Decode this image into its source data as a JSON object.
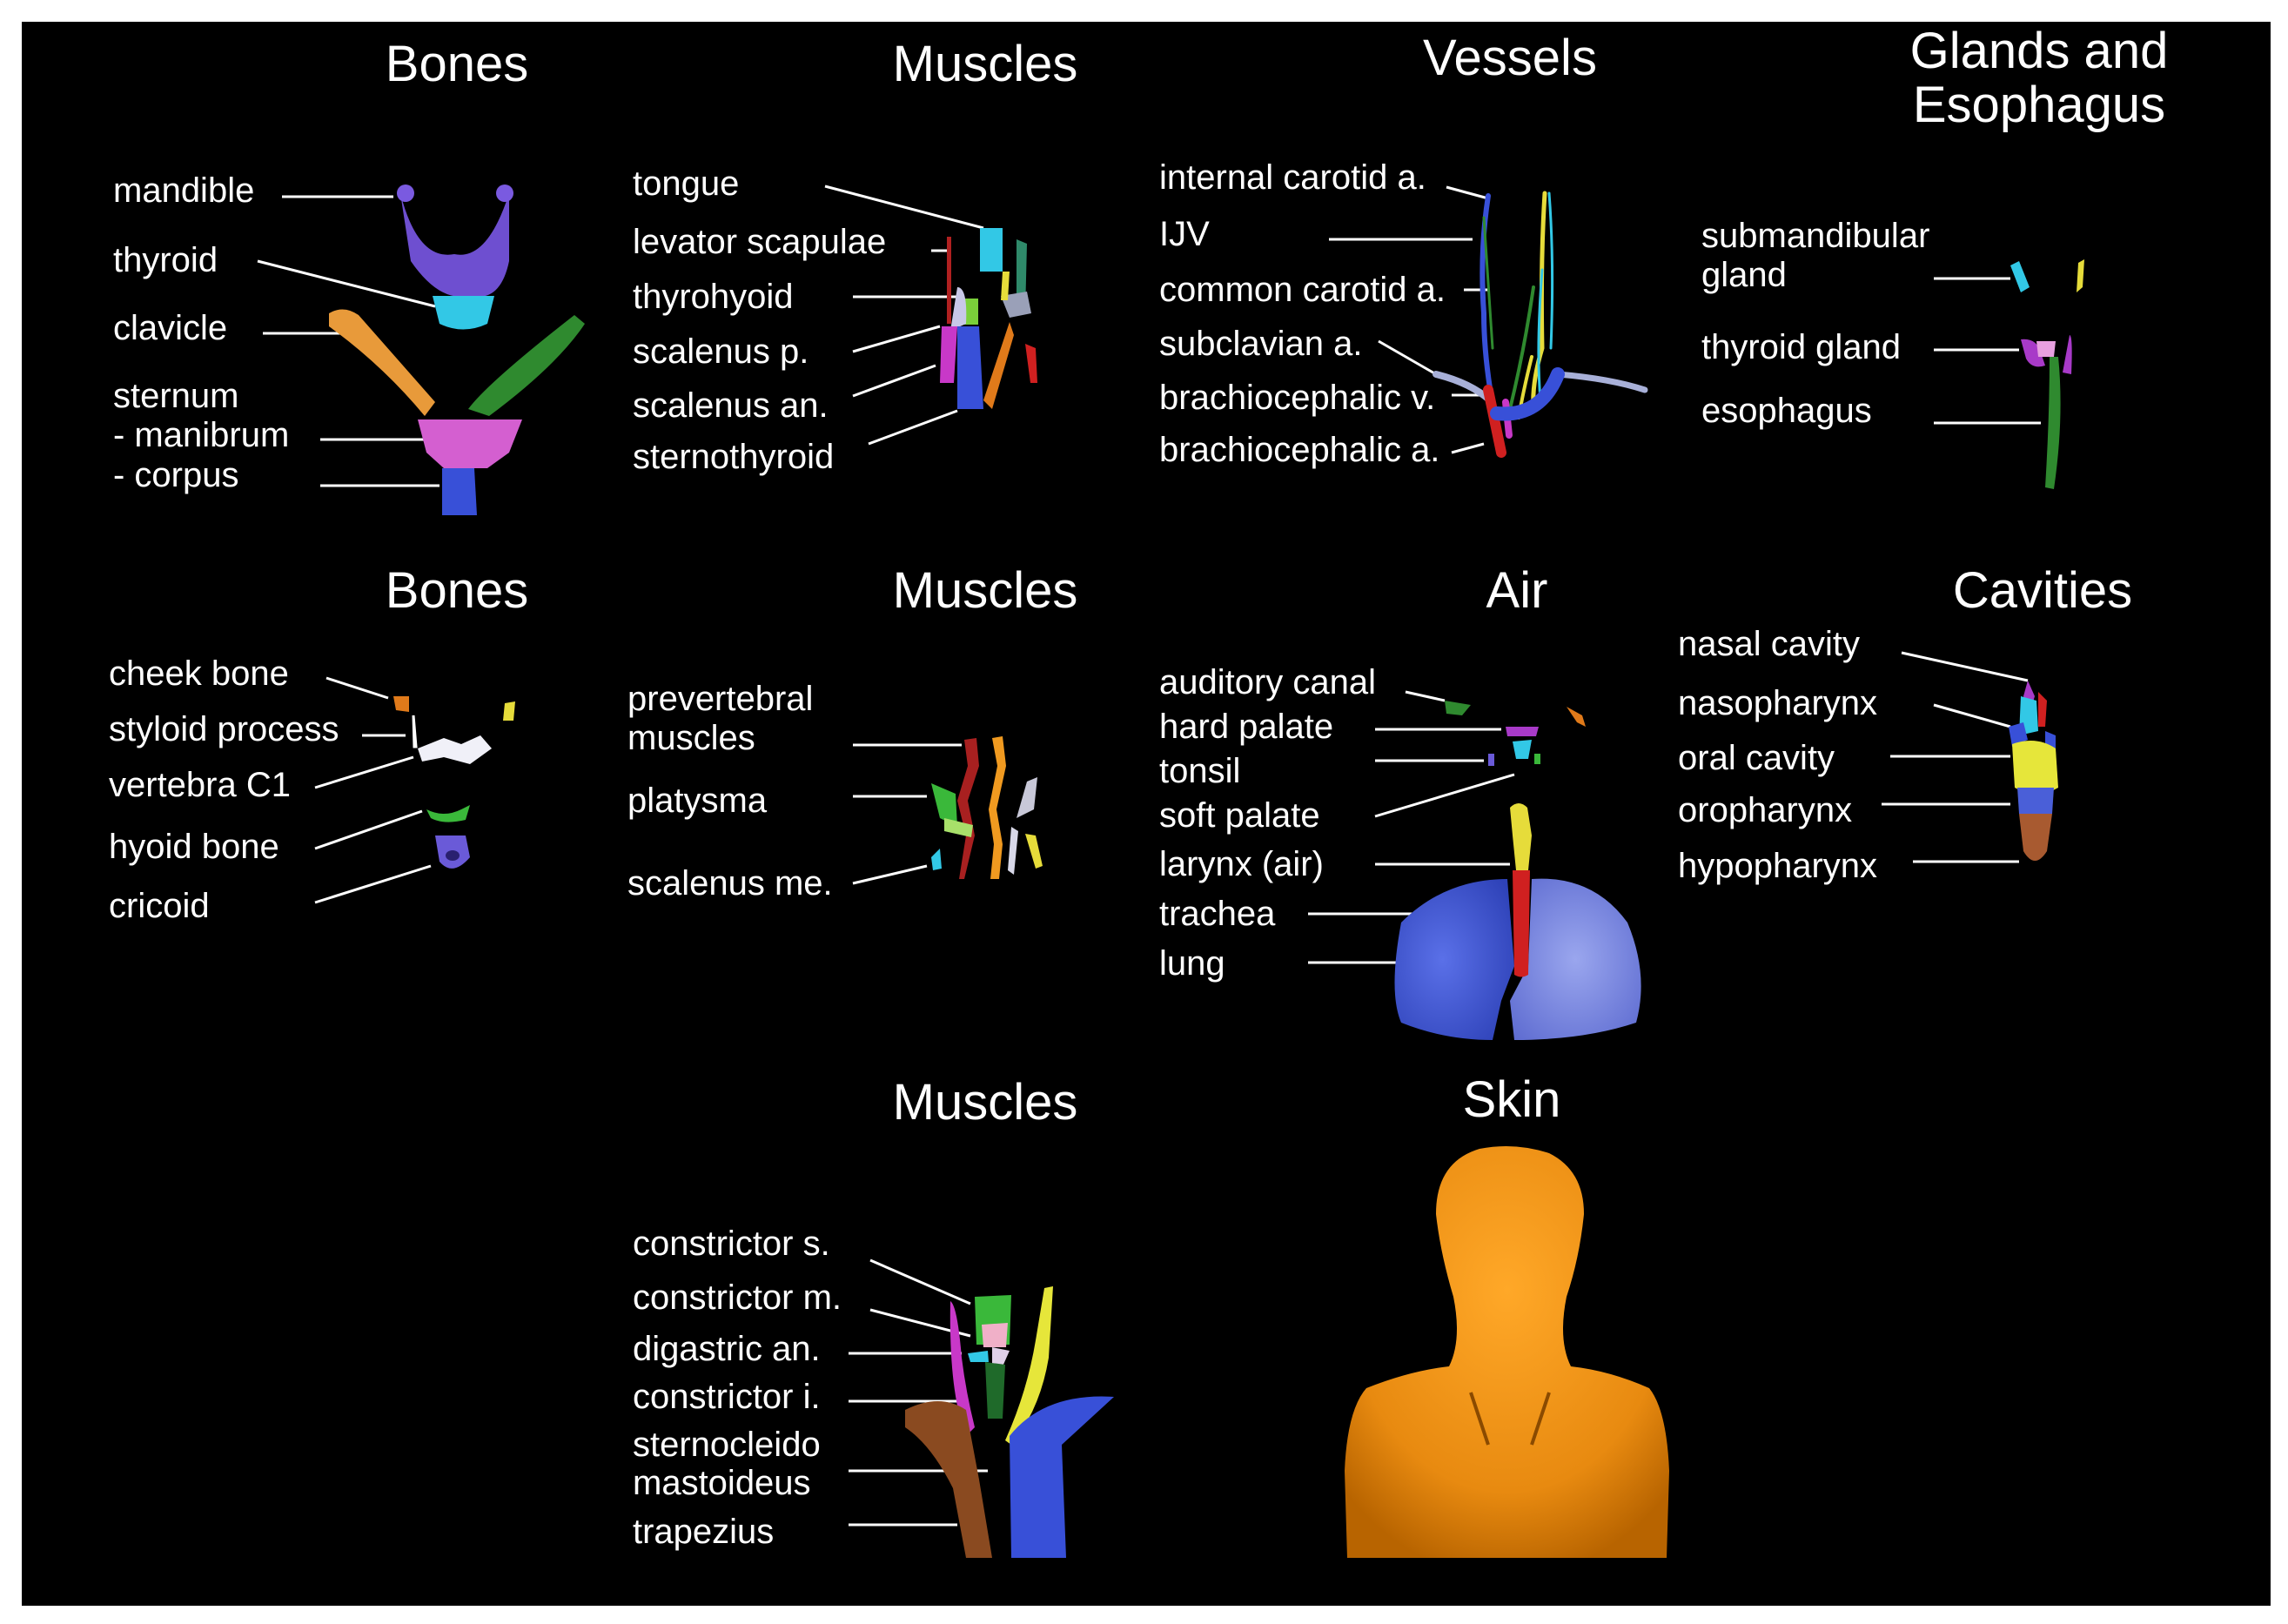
{
  "panels": {
    "bones_1": {
      "title": "Bones",
      "labels": [
        "mandible",
        "thyroid",
        "clavicle",
        "sternum",
        "- manibrum",
        "- corpus"
      ]
    },
    "muscles_1": {
      "title": "Muscles",
      "labels": [
        "tongue",
        "levator scapulae",
        "thyrohyoid",
        "scalenus p.",
        "scalenus an.",
        "sternothyroid"
      ]
    },
    "vessels": {
      "title": "Vessels",
      "labels": [
        "internal carotid a.",
        "IJV",
        "common carotid a.",
        "subclavian a.",
        "brachiocephalic v.",
        "brachiocephalic a."
      ]
    },
    "glands": {
      "title_line1": "Glands and",
      "title_line2": "Esophagus",
      "labels": [
        "submandibular",
        "gland",
        "thyroid gland",
        "esophagus"
      ]
    },
    "bones_2": {
      "title": "Bones",
      "labels": [
        "cheek bone",
        "styloid process",
        "vertebra C1",
        "hyoid bone",
        "cricoid"
      ]
    },
    "muscles_2": {
      "title": "Muscles",
      "labels": [
        "prevertebral",
        "muscles",
        "platysma",
        "scalenus me."
      ]
    },
    "air": {
      "title": "Air",
      "labels": [
        "auditory canal",
        "hard palate",
        "tonsil",
        "soft palate",
        "larynx (air)",
        "trachea",
        "lung"
      ]
    },
    "cavities": {
      "title": "Cavities",
      "labels": [
        "nasal cavity",
        "nasopharynx",
        "oral cavity",
        "oropharynx",
        "hypopharynx"
      ]
    },
    "muscles_3": {
      "title": "Muscles",
      "labels": [
        "constrictor s.",
        "constrictor m.",
        "digastric an.",
        "constrictor i.",
        "sternocleido",
        "mastoideus",
        "trapezius"
      ]
    },
    "skin": {
      "title": "Skin"
    }
  },
  "colors": {
    "background": "#000000",
    "border": "#ffffff",
    "text": "#ffffff",
    "mandible": "#6e4fd0",
    "thyroid": "#32c8e6",
    "clavicle_left": "#e89a3a",
    "clavicle_right": "#2f8a2f",
    "manubrium": "#d45fd0",
    "corpus": "#3850d8",
    "lung": "#4a5fd8",
    "trachea": "#d02020",
    "larynx": "#e6dc3a",
    "skin": "#e88a10"
  }
}
